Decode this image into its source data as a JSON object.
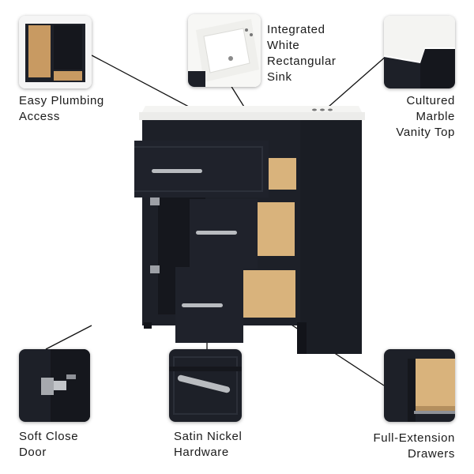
{
  "image_alt": "",
  "colors": {
    "cabinet": "#1d2028",
    "cabinet_dark": "#12141a",
    "wood": "#d8b07a",
    "countertop": "#f3f3f1",
    "hardware": "#b9bcc0",
    "text": "#1a1a1a"
  },
  "callouts": [
    {
      "id": "plumbing",
      "lines": [
        "Easy Plumbing",
        "Access"
      ]
    },
    {
      "id": "sink",
      "lines": [
        "Integrated",
        "White",
        "Rectangular",
        "Sink"
      ]
    },
    {
      "id": "top",
      "lines": [
        "Cultured",
        "Marble",
        "Vanity Top"
      ]
    },
    {
      "id": "door",
      "lines": [
        "Soft Close",
        "Door"
      ]
    },
    {
      "id": "hardware",
      "lines": [
        "Satin Nickel",
        "Hardware"
      ]
    },
    {
      "id": "drawers",
      "lines": [
        "Full-Extension",
        "Drawers"
      ]
    }
  ]
}
